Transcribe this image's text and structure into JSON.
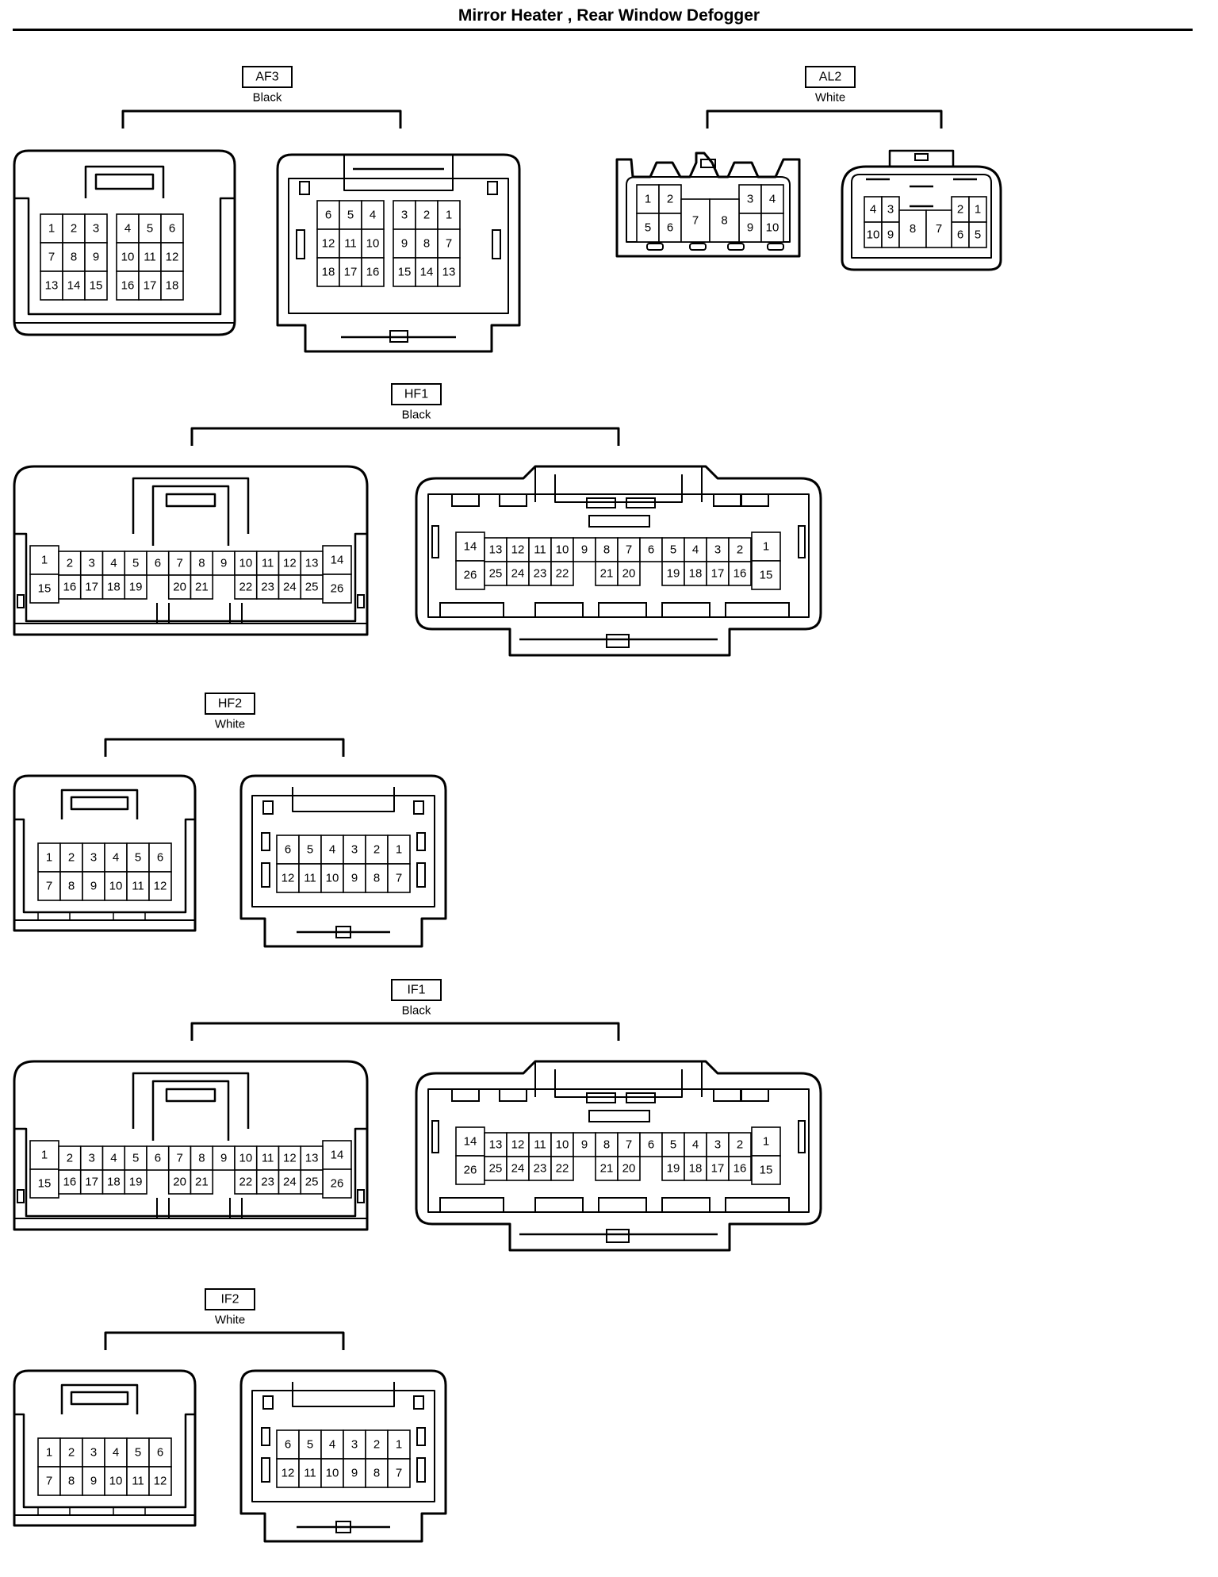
{
  "title": "Mirror Heater , Rear Window Defogger",
  "connectors": [
    {
      "code": "AF3",
      "color": "Black",
      "left": {
        "style": "std",
        "rows": [
          [
            "1",
            "2",
            "3",
            "4",
            "5",
            "6"
          ],
          [
            "7",
            "8",
            "9",
            "10",
            "11",
            "12"
          ],
          [
            "13",
            "14",
            "15",
            "16",
            "17",
            "18"
          ]
        ]
      },
      "right": {
        "style": "std",
        "rows": [
          [
            "6",
            "5",
            "4",
            "3",
            "2",
            "1"
          ],
          [
            "12",
            "11",
            "10",
            "9",
            "8",
            "7"
          ],
          [
            "18",
            "17",
            "16",
            "15",
            "14",
            "13"
          ]
        ]
      }
    },
    {
      "code": "AL2",
      "color": "White",
      "left": {
        "style": "al",
        "pins": [
          "1",
          "2",
          "3",
          "4",
          "5",
          "6",
          "7",
          "8",
          "9",
          "10"
        ]
      },
      "right": {
        "style": "al",
        "pins": [
          "4",
          "3",
          "2",
          "1",
          "10",
          "9",
          "8",
          "7",
          "6",
          "5"
        ]
      }
    },
    {
      "code": "HF1",
      "color": "Black",
      "left": {
        "style": "wide",
        "top": [
          "1",
          "2",
          "3",
          "4",
          "5",
          "6",
          "7",
          "8",
          "9",
          "10",
          "11",
          "12",
          "13",
          "14"
        ],
        "bottom": [
          "15",
          "16",
          "17",
          "18",
          "19",
          "20",
          "21",
          "22",
          "23",
          "24",
          "25",
          "26"
        ]
      },
      "right": {
        "style": "wide",
        "top": [
          "14",
          "13",
          "12",
          "11",
          "10",
          "9",
          "8",
          "7",
          "6",
          "5",
          "4",
          "3",
          "2",
          "1"
        ],
        "bottom": [
          "26",
          "25",
          "24",
          "23",
          "22",
          "21",
          "20",
          "19",
          "18",
          "17",
          "16",
          "15"
        ]
      }
    },
    {
      "code": "HF2",
      "color": "White",
      "left": {
        "style": "small",
        "rows": [
          [
            "1",
            "2",
            "3",
            "4",
            "5",
            "6"
          ],
          [
            "7",
            "8",
            "9",
            "10",
            "11",
            "12"
          ]
        ]
      },
      "right": {
        "style": "small",
        "rows": [
          [
            "6",
            "5",
            "4",
            "3",
            "2",
            "1"
          ],
          [
            "12",
            "11",
            "10",
            "9",
            "8",
            "7"
          ]
        ]
      }
    },
    {
      "code": "IF1",
      "color": "Black",
      "left": {
        "style": "wide",
        "top": [
          "1",
          "2",
          "3",
          "4",
          "5",
          "6",
          "7",
          "8",
          "9",
          "10",
          "11",
          "12",
          "13",
          "14"
        ],
        "bottom": [
          "15",
          "16",
          "17",
          "18",
          "19",
          "20",
          "21",
          "22",
          "23",
          "24",
          "25",
          "26"
        ]
      },
      "right": {
        "style": "wide",
        "top": [
          "14",
          "13",
          "12",
          "11",
          "10",
          "9",
          "8",
          "7",
          "6",
          "5",
          "4",
          "3",
          "2",
          "1"
        ],
        "bottom": [
          "26",
          "25",
          "24",
          "23",
          "22",
          "21",
          "20",
          "19",
          "18",
          "17",
          "16",
          "15"
        ]
      }
    },
    {
      "code": "IF2",
      "color": "White",
      "left": {
        "style": "small",
        "rows": [
          [
            "1",
            "2",
            "3",
            "4",
            "5",
            "6"
          ],
          [
            "7",
            "8",
            "9",
            "10",
            "11",
            "12"
          ]
        ]
      },
      "right": {
        "style": "small",
        "rows": [
          [
            "6",
            "5",
            "4",
            "3",
            "2",
            "1"
          ],
          [
            "12",
            "11",
            "10",
            "9",
            "8",
            "7"
          ]
        ]
      }
    }
  ]
}
